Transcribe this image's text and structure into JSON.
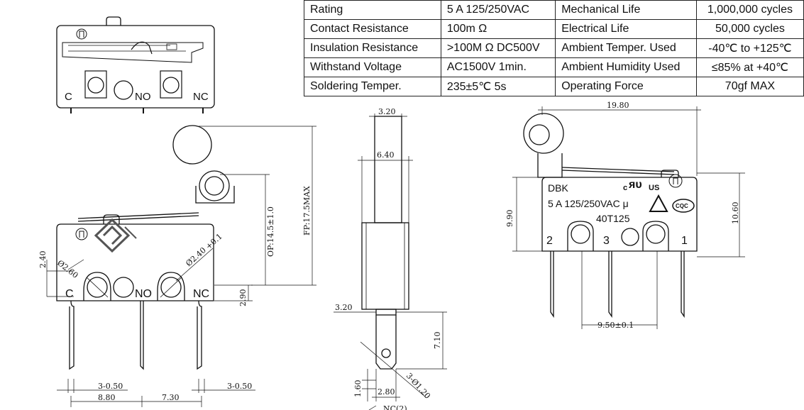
{
  "spec_table": [
    {
      "k1": "Rating",
      "v1": "5 A  125/250VAC",
      "k2": "Mechanical Life",
      "v2": "1,000,000 cycles"
    },
    {
      "k1": "Contact Resistance",
      "v1": "100m Ω",
      "k2": "Electrical Life",
      "v2": "50,000 cycles"
    },
    {
      "k1": "Insulation Resistance",
      "v1": ">100M Ω  DC500V",
      "k2": "Ambient Temper. Used",
      "v2": "-40℃ to +125℃"
    },
    {
      "k1": "Withstand Voltage",
      "v1": "AC1500V  1min.",
      "k2": "Ambient Humidity Used",
      "v2": "≤85% at +40℃"
    },
    {
      "k1": "Soldering Temper.",
      "v1": "235±5℃ 5s",
      "k2": "Operating Force",
      "v2": "70gf  MAX"
    }
  ],
  "top_view": {
    "c": "C",
    "no": "NO",
    "nc": "NC"
  },
  "front_view": {
    "c": "C",
    "no": "NO",
    "nc": "NC",
    "d1": "2.40",
    "d2": "Ø2.60",
    "d3": "Ø2.40",
    "d3sup": "+0.1",
    "d4": "2.90",
    "d5": "OP:14.5±1.0",
    "d6": "FP:17.5MAX",
    "d7": "3-0.50",
    "d8": "8.80",
    "d9": "7.30",
    "d10": "3-0.50"
  },
  "side_view": {
    "d1": "3.20",
    "d2": "6.40",
    "d3": "3.20",
    "d4": "7.10",
    "d5": "1.60",
    "d6": "2.80",
    "d7": "Ø1.20",
    "d7pre": "3-",
    "d8": "NC(2)"
  },
  "right_view": {
    "brand": "DBK",
    "rating": "5 A  125/250VAC  μ",
    "code": "40T125",
    "ul": "c",
    "us": "US",
    "ccc": "CQC",
    "t2": "2",
    "t3": "3",
    "t1": "1",
    "w": "19.80",
    "h1": "9.90",
    "h2": "10.60",
    "pitch": "9.50±0.1"
  }
}
